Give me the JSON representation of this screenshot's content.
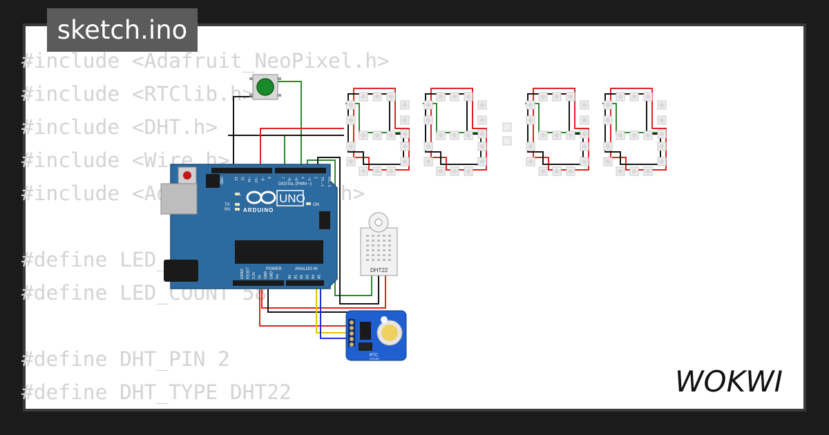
{
  "tab": {
    "filename": "sketch.ino"
  },
  "code_lines": [
    "#include <Adafruit_NeoPixel.h>",
    "#include <RTClib.h>",
    "#include <DHT.h>",
    "#include <Wire.h>",
    "#include <Adafruit_Sensor.h>",
    "",
    "#define LED_PIN 6",
    "#define LED_COUNT 58",
    "",
    "#define DHT_PIN 2",
    "#define DHT_TYPE DHT22"
  ],
  "arduino": {
    "brand": "ARDUINO",
    "model": "UNO",
    "header_label": "DIGITAL (PWM ~)",
    "power_label": "POWER",
    "analog_label": "ANALOG IN",
    "aref_gnd": [
      "AREF",
      "GND"
    ],
    "digital_pins": [
      "13",
      "12",
      "~11",
      "~10",
      "~9",
      "8",
      "7",
      "~6",
      "~5",
      "4",
      "~3",
      "2",
      "TX→1",
      "RX←0"
    ],
    "power_pins": [
      "IOREF",
      "RESET",
      "3.3V",
      "5V",
      "GND",
      "GND",
      "Vin"
    ],
    "analog_pins": [
      "A0",
      "A1",
      "A2",
      "A3",
      "A4",
      "A5"
    ],
    "led_labels": [
      "L",
      "TX",
      "RX"
    ],
    "on_label": "ON"
  },
  "dht": {
    "label": "DHT22"
  },
  "rtc": {
    "label": "RTC",
    "chip": "DS1307"
  },
  "brand": {
    "logo": "WOKWI"
  },
  "colors": {
    "wire_red": "#e02020",
    "wire_black": "#111111",
    "wire_green": "#2a8a2a",
    "wire_yellow": "#e8c000",
    "wire_blue": "#1a2ed8",
    "board": "#2d6a9f",
    "rtc_board": "#1f5fd0"
  }
}
